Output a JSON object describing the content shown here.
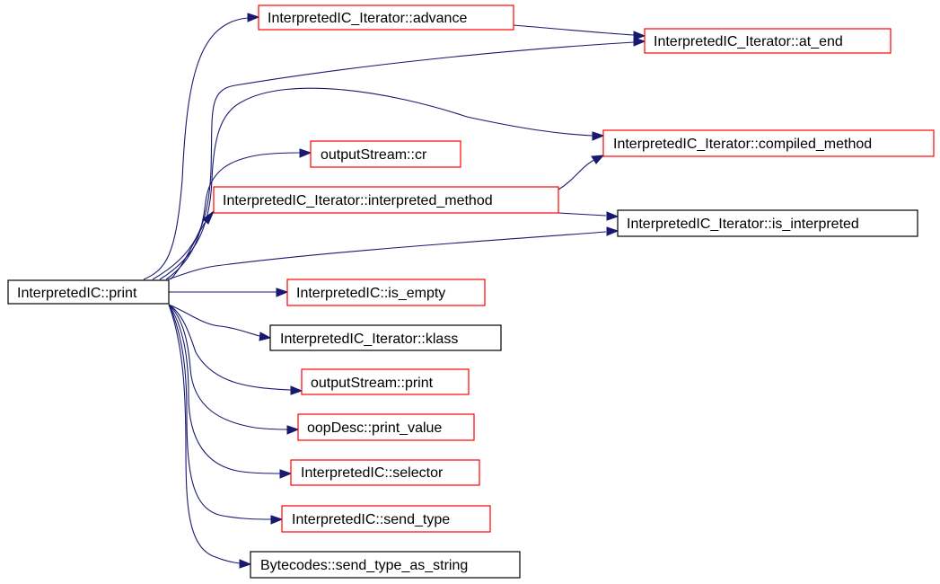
{
  "colors": {
    "edge": "#191970",
    "focus_fill": "#bfbfbf",
    "focus_border": "#000000",
    "linked_border": "#ff0000",
    "plain_border": "#000000"
  },
  "nodes": {
    "root": {
      "label": "InterpretedIC::print",
      "style": "focus"
    },
    "advance": {
      "label": "InterpretedIC_Iterator::advance",
      "style": "linked"
    },
    "at_end": {
      "label": "InterpretedIC_Iterator::at_end",
      "style": "linked"
    },
    "compiled_method": {
      "label": "InterpretedIC_Iterator::compiled_method",
      "style": "linked"
    },
    "cr": {
      "label": "outputStream::cr",
      "style": "linked"
    },
    "interpreted_method": {
      "label": "InterpretedIC_Iterator::interpreted_method",
      "style": "linked"
    },
    "is_interpreted": {
      "label": "InterpretedIC_Iterator::is_interpreted",
      "style": "plain"
    },
    "is_empty": {
      "label": "InterpretedIC::is_empty",
      "style": "linked"
    },
    "klass": {
      "label": "InterpretedIC_Iterator::klass",
      "style": "plain"
    },
    "os_print": {
      "label": "outputStream::print",
      "style": "linked"
    },
    "print_value": {
      "label": "oopDesc::print_value",
      "style": "linked"
    },
    "selector": {
      "label": "InterpretedIC::selector",
      "style": "linked"
    },
    "send_type": {
      "label": "InterpretedIC::send_type",
      "style": "linked"
    },
    "send_type_as_string": {
      "label": "Bytecodes::send_type_as_string",
      "style": "plain"
    }
  },
  "edges": [
    {
      "from": "root",
      "to": "advance"
    },
    {
      "from": "root",
      "to": "at_end"
    },
    {
      "from": "root",
      "to": "compiled_method"
    },
    {
      "from": "root",
      "to": "cr"
    },
    {
      "from": "root",
      "to": "interpreted_method"
    },
    {
      "from": "root",
      "to": "is_interpreted"
    },
    {
      "from": "root",
      "to": "is_empty"
    },
    {
      "from": "root",
      "to": "klass"
    },
    {
      "from": "root",
      "to": "os_print"
    },
    {
      "from": "root",
      "to": "print_value"
    },
    {
      "from": "root",
      "to": "selector"
    },
    {
      "from": "root",
      "to": "send_type"
    },
    {
      "from": "root",
      "to": "send_type_as_string"
    },
    {
      "from": "advance",
      "to": "at_end"
    },
    {
      "from": "interpreted_method",
      "to": "compiled_method"
    },
    {
      "from": "interpreted_method",
      "to": "is_interpreted"
    }
  ]
}
